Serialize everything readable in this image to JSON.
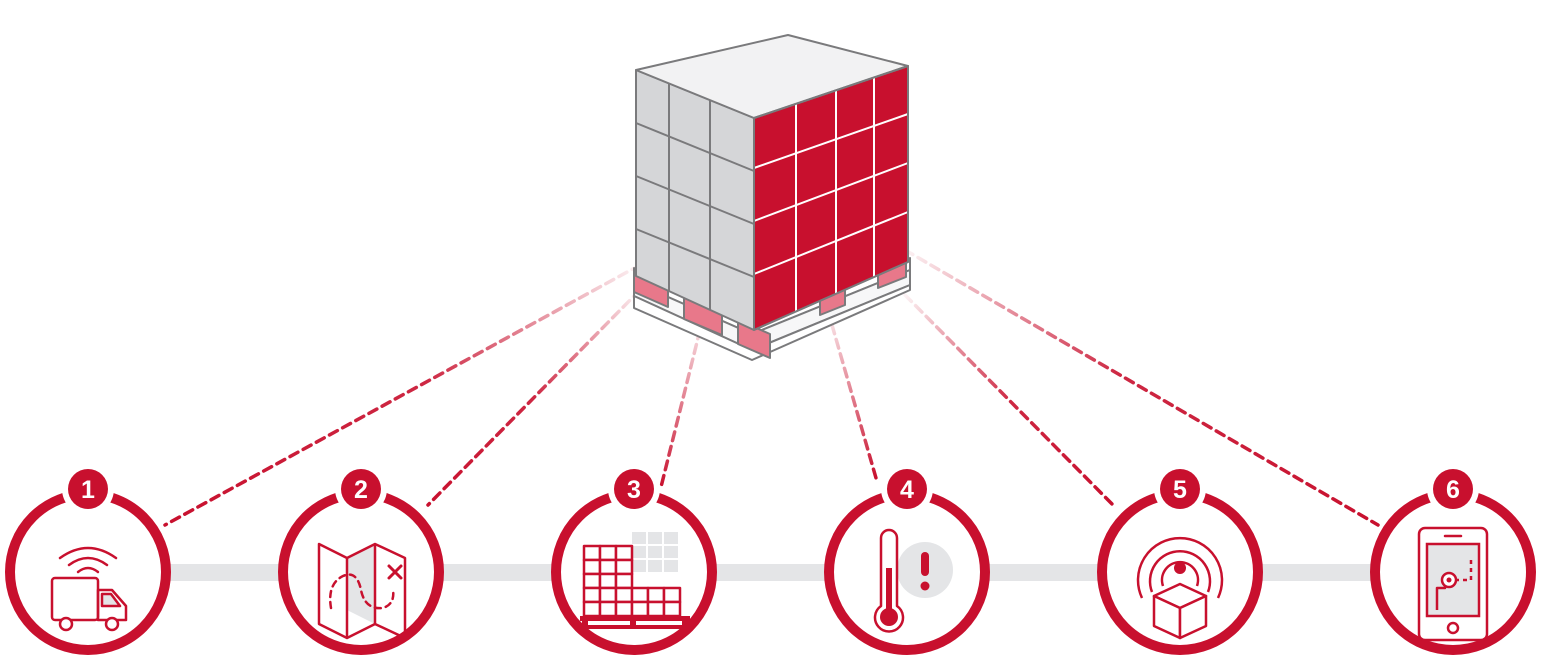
{
  "colors": {
    "accent": "#c8102e",
    "accent_light": "#e8788a",
    "box_gray": "#d5d6d8",
    "box_top": "#f2f2f3",
    "outline": "#7a7a7c",
    "track": "#e4e5e7"
  },
  "stations": [
    {
      "number": "1",
      "icon": "truck-signal-icon"
    },
    {
      "number": "2",
      "icon": "map-route-icon"
    },
    {
      "number": "3",
      "icon": "stacked-pallet-icon"
    },
    {
      "number": "4",
      "icon": "thermometer-alert-icon"
    },
    {
      "number": "5",
      "icon": "tracked-package-icon"
    },
    {
      "number": "6",
      "icon": "smartphone-tracking-icon"
    }
  ]
}
